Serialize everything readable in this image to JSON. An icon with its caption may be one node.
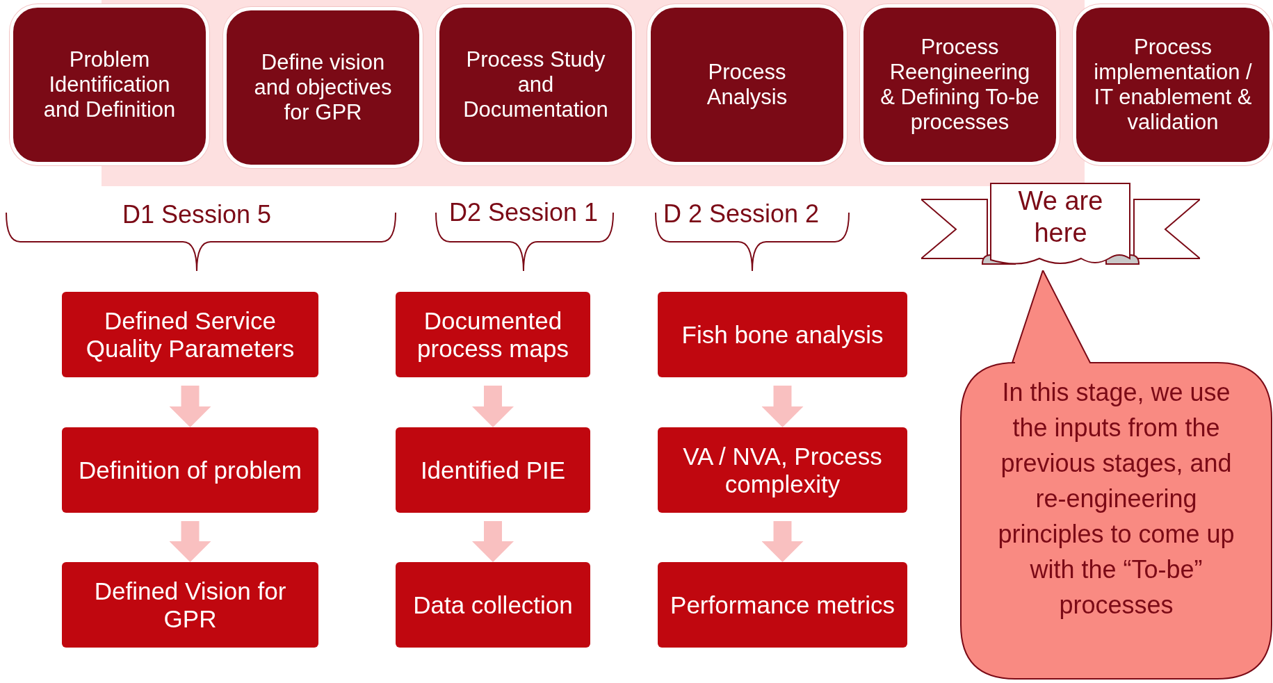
{
  "diagram": {
    "nodes": [
      {
        "text": [
          "Problem Identification and Definition"
        ]
      },
      {
        "text": [
          "Define vision and objectives for GPR"
        ]
      },
      {
        "text": [
          "Process Study and Documentation"
        ]
      },
      {
        "text": [
          "Process Analysis"
        ]
      },
      {
        "text": [
          "Process Reengineering & Defining To-be processes"
        ]
      },
      {
        "text": [
          "Process implementation / IT enablement & validation"
        ]
      },
      {
        "text": [
          "Defined Service Quality Parameters"
        ]
      },
      {
        "text": [
          "Definition of problem"
        ]
      },
      {
        "text": [
          "Defined Vision for GPR"
        ]
      },
      {
        "text": [
          "Documented process maps"
        ]
      },
      {
        "text": [
          "Identified PIE"
        ]
      },
      {
        "text": [
          "Data collection"
        ]
      },
      {
        "text": [
          "Fish bone analysis"
        ]
      },
      {
        "text": [
          "VA / NVA, Process complexity"
        ]
      },
      {
        "text": [
          "Performance metrics"
        ]
      },
      {
        "text": [
          "We are here"
        ]
      },
      {
        "text": [
          "In this stage, we use the inputs from the previous stages, and re-engineering principles to come up with the “To-be” processes"
        ]
      }
    ],
    "edges": [
      {
        "from": 6,
        "to": 7,
        "arrow": "to"
      },
      {
        "from": 7,
        "to": 8,
        "arrow": "to"
      },
      {
        "from": 9,
        "to": 10,
        "arrow": "to"
      },
      {
        "from": 10,
        "to": 11,
        "arrow": "to"
      },
      {
        "from": 12,
        "to": 13,
        "arrow": "to"
      },
      {
        "from": 13,
        "to": 14,
        "arrow": "to"
      }
    ],
    "labels": [
      "D1 Session 5",
      "D2 Session 1",
      "D 2 Session 2"
    ]
  }
}
